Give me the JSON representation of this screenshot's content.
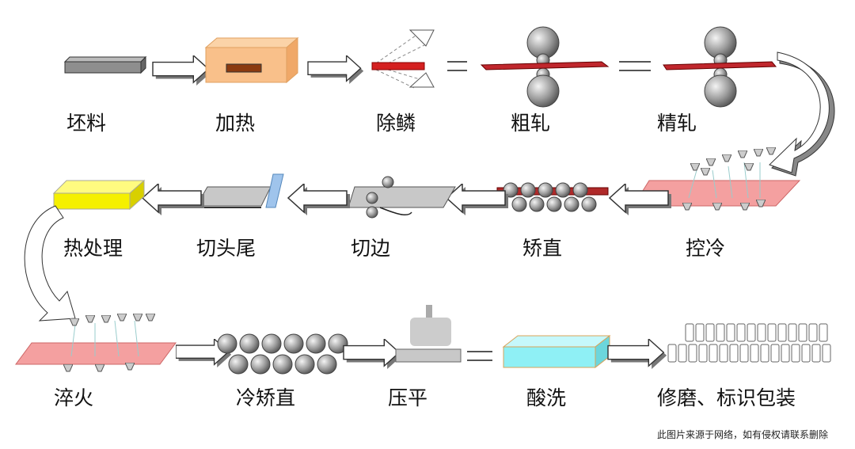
{
  "steps": {
    "row1": [
      "坯料",
      "加热",
      "除鳞",
      "粗轧",
      "精轧"
    ],
    "row2": [
      "热处理",
      "切头尾",
      "切边",
      "矫直",
      "控冷"
    ],
    "row3": [
      "淬火",
      "冷矫直",
      "压平",
      "酸洗",
      "修磨、标识包装"
    ]
  },
  "footer_note": "此图片来源于网络，如有侵权请联系删除",
  "colors": {
    "slab": "#9a9a9a",
    "furnace": "#f9c08a",
    "hot_strip": "#d42020",
    "cooling_bed": "#f4a0a0",
    "heat_treatment": "#f5f000",
    "pickling": "#8ff0f5",
    "roll": "#b8b8b8"
  }
}
